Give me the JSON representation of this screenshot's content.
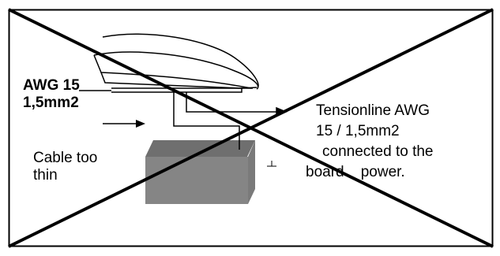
{
  "diagram": {
    "left_label_bold": {
      "line1": "AWG 15",
      "line2": "1,5mm2"
    },
    "left_label_note": {
      "line1": "Cable too",
      "line2": "thin"
    },
    "right_label": {
      "line1": "Tensionline AWG",
      "line2": "15 / 1,5mm2",
      "line3": "connected to the",
      "line4": "board    power."
    },
    "colors": {
      "box": "#808080",
      "box_top": "#6e6e6e",
      "cross": "#000000",
      "frame": "#000000",
      "background": "#ffffff"
    }
  }
}
